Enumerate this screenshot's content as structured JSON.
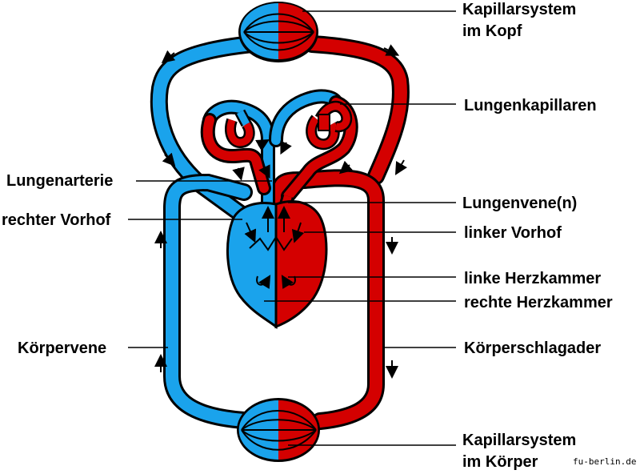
{
  "labels": {
    "capillaries_head_line1": "Kapillarsystem",
    "capillaries_head_line2": "im Kopf",
    "lung_capillaries": "Lungenkapillaren",
    "pulmonary_artery": "Lungenarterie",
    "pulmonary_veins": "Lungenvene(n)",
    "right_atrium": "rechter Vorhof",
    "left_atrium": "linker Vorhof",
    "left_ventricle": "linke Herzkammer",
    "right_ventricle": "rechte Herzkammer",
    "vena_cava": "Körpervene",
    "aorta": "Körperschlagader",
    "capillaries_body_line1": "Kapillarsystem",
    "capillaries_body_line2": "im Körper"
  },
  "credit": "fu-berlin.de",
  "colors": {
    "deoxygenated": "#1aa3ec",
    "oxygenated": "#d40000",
    "outline": "#000000"
  }
}
